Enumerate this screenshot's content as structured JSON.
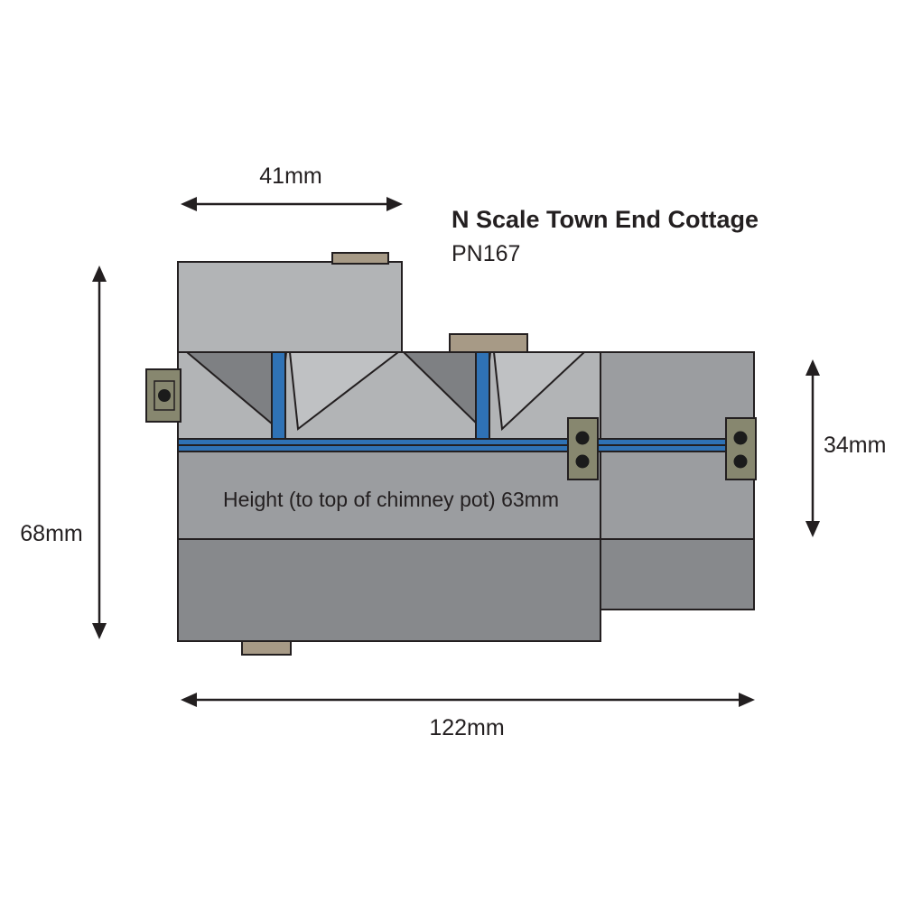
{
  "title": {
    "name": "N Scale Town End Cottage",
    "code": "PN167"
  },
  "annotations": {
    "height_note": "Height (to top of chimney pot) 63mm"
  },
  "dimensions": {
    "top_width": "41mm",
    "left_height": "68mm",
    "right_height": "34mm",
    "bottom_width": "122mm"
  },
  "colors": {
    "background": "#ffffff",
    "outline": "#231f20",
    "text": "#231f20",
    "light_gray": "#b2b4b6",
    "panel_light": "#bfc1c3",
    "panel_dark": "#7e8083",
    "wall_mid": "#9b9da0",
    "wall_dark": "#87898c",
    "ridge_blue": "#2f72b5",
    "chimney_tan": "#a79a86",
    "tab_olive": "#87876f",
    "dot": "#1b1b1b"
  }
}
